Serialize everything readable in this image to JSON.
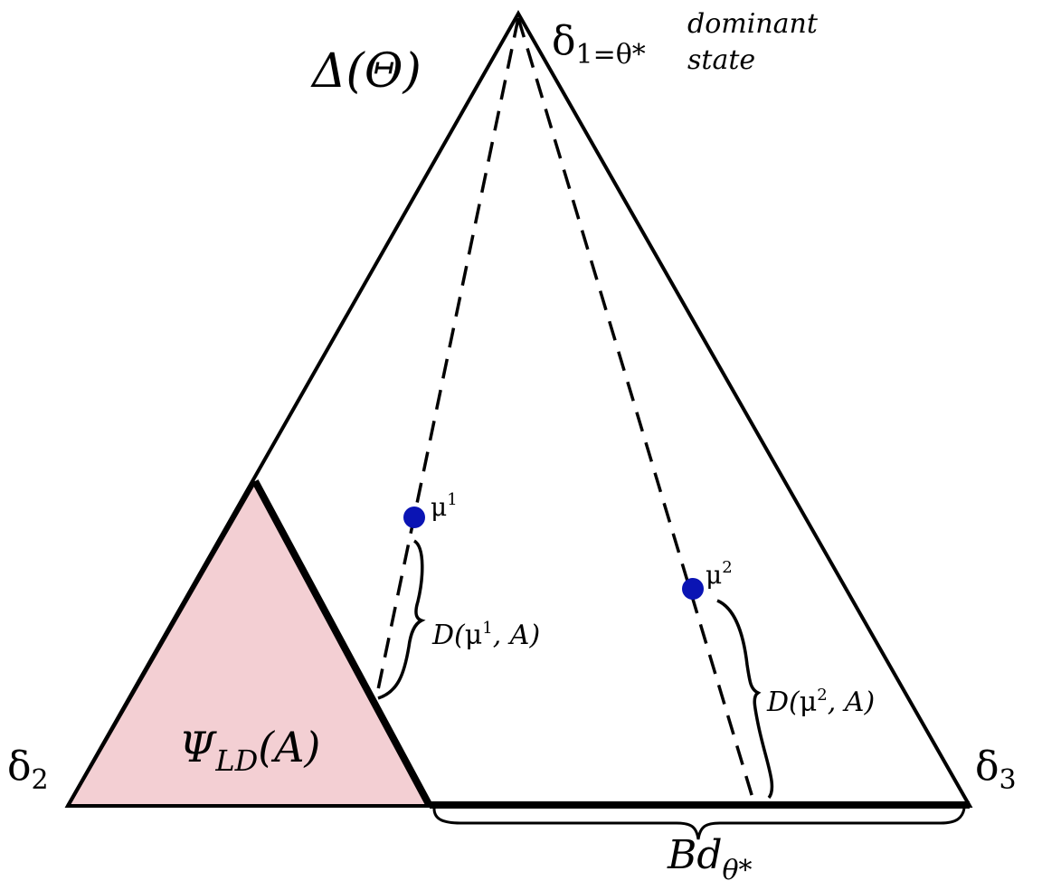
{
  "diagram": {
    "title": "Δ(Θ)",
    "vertices": {
      "top": {
        "symbol": "δ",
        "subscript": "1=θ*"
      },
      "left": {
        "symbol": "δ",
        "subscript": "2"
      },
      "right": {
        "symbol": "δ",
        "subscript": "3"
      }
    },
    "dominant_note": {
      "line1": "dominant",
      "line2": "state"
    },
    "region": {
      "symbol": "Ψ",
      "subscript": "LD",
      "suffix": "(A)"
    },
    "points": [
      {
        "label": "μ",
        "sup": "1"
      },
      {
        "label": "μ",
        "sup": "2"
      }
    ],
    "distances": [
      {
        "prefix": "D(",
        "mu": "μ",
        "sup": "1",
        "suffix": ", A)"
      },
      {
        "prefix": "D(",
        "mu": "μ",
        "sup": "2",
        "suffix": ", A)"
      }
    ],
    "boundary": {
      "main": "Bd",
      "subscript": "θ*"
    },
    "colors": {
      "region_fill": "#f3cfd3",
      "point": "#0a14b4",
      "stroke": "#000000"
    }
  }
}
